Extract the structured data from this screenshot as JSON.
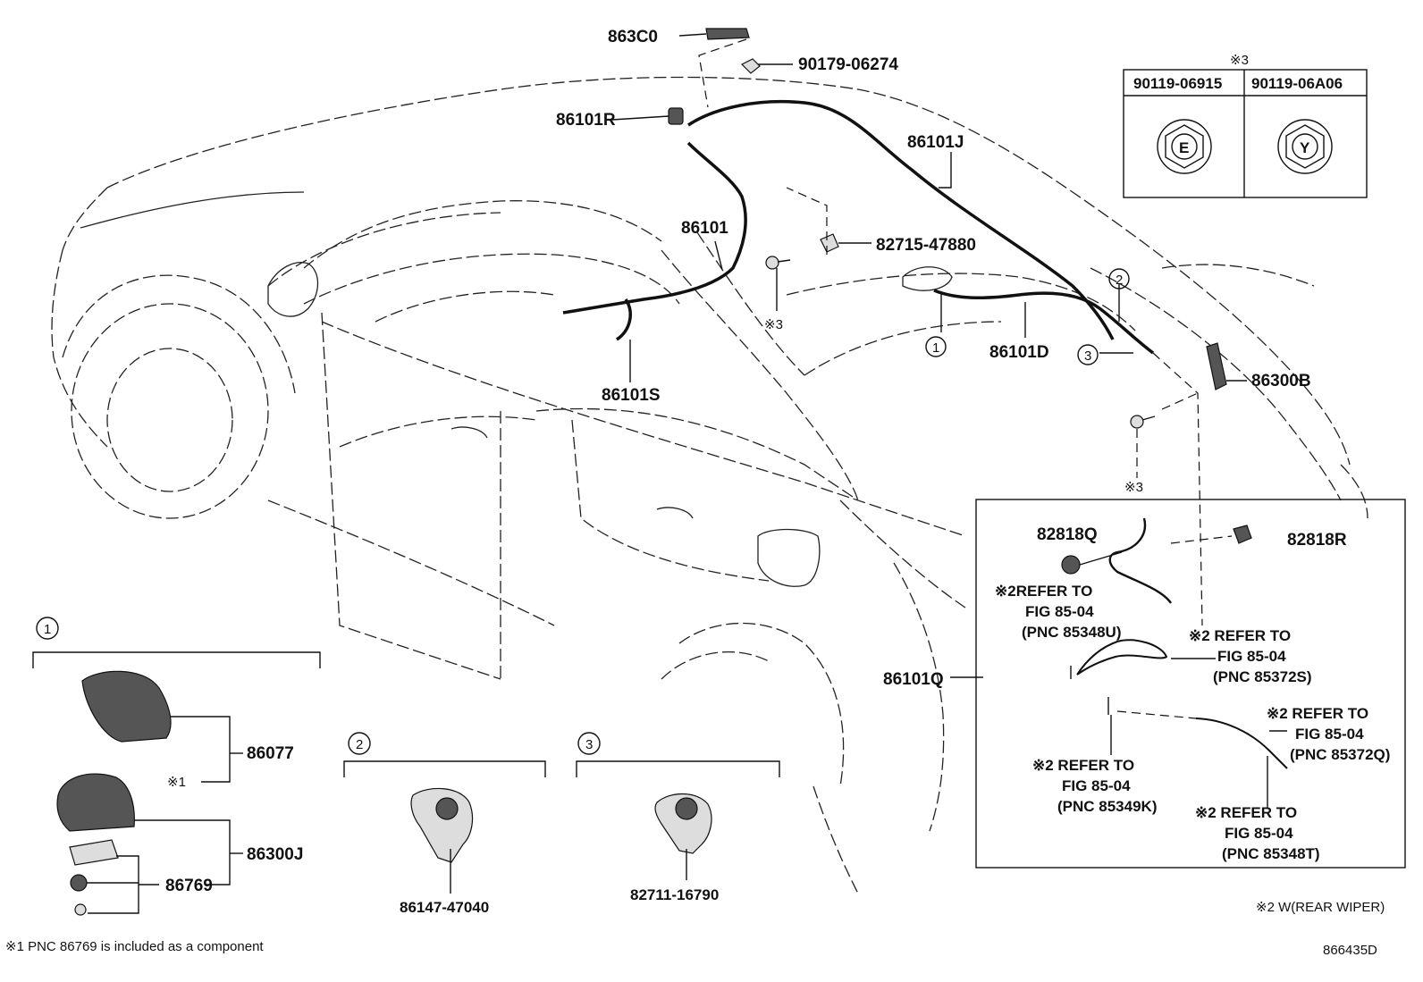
{
  "diagram_id": "866435D",
  "labels": {
    "p863C0": "863C0",
    "p90179": "90179-06274",
    "p86101R": "86101R",
    "p86101J": "86101J",
    "p86101": "86101",
    "p82715": "82715-47880",
    "p86101S": "86101S",
    "p86101D": "86101D",
    "p86300B": "86300B",
    "p86101Q": "86101Q",
    "p82818Q": "82818Q",
    "p82818R": "82818R",
    "p86077": "86077",
    "p86300J": "86300J",
    "p86769": "86769",
    "p86147": "86147-47040",
    "p82711": "82711-16790"
  },
  "marks": {
    "note3_a": "※3",
    "note3_b": "※3",
    "note1": "※1",
    "table_note": "※3"
  },
  "callouts": {
    "c1": "1",
    "c2": "2",
    "c3": "3",
    "g1": "1",
    "g2": "2",
    "g3": "3"
  },
  "nut_table": {
    "col1": "90119-06915",
    "col2": "90119-06A06",
    "sym1": "E",
    "sym2": "Y"
  },
  "refs": {
    "r1": {
      "l1": "※2REFER TO",
      "l2": "FIG 85-04",
      "l3": "(PNC 85348U)"
    },
    "r2": {
      "l1": "※2 REFER TO",
      "l2": "FIG 85-04",
      "l3": "(PNC 85372S)"
    },
    "r3": {
      "l1": "※2 REFER TO",
      "l2": "FIG 85-04",
      "l3": "(PNC 85372Q)"
    },
    "r4": {
      "l1": "※2 REFER TO",
      "l2": "FIG 85-04",
      "l3": "(PNC 85349K)"
    },
    "r5": {
      "l1": "※2 REFER TO",
      "l2": "FIG 85-04",
      "l3": "(PNC 85348T)"
    }
  },
  "footnotes": {
    "f1": "※1 PNC 86769 is included as a component",
    "f2": "※2 W(REAR WIPER)",
    "code": "866435D"
  }
}
